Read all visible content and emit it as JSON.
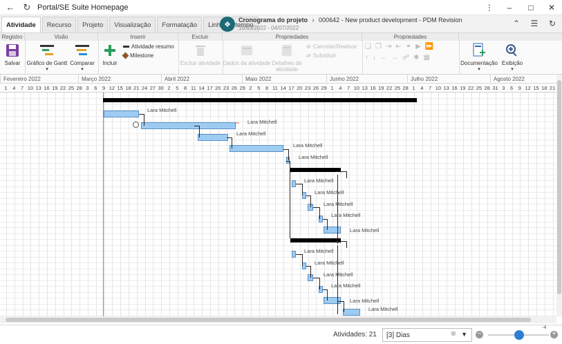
{
  "titlebar": {
    "title": "Portal/SE Suite Homepage"
  },
  "tabs": [
    {
      "label": "Atividade",
      "active": true
    },
    {
      "label": "Recurso",
      "active": false
    },
    {
      "label": "Projeto",
      "active": false
    },
    {
      "label": "Visualização",
      "active": false
    },
    {
      "label": "Formatação",
      "active": false
    },
    {
      "label": "Linha do tempo",
      "active": false
    }
  ],
  "project": {
    "breadcrumb_root": "Cronograma do projeto",
    "separator": "›",
    "name": "000642 - New product development - PDM Revision",
    "dates": "10/03/2022 - 04/07/2022"
  },
  "ribbon": {
    "groups": [
      "Registro",
      "Visão",
      "Inserir",
      "Excluir",
      "Propriedades",
      "Propriedades"
    ],
    "save": "Salvar",
    "gantt_chart": "Gráfico de Gantt",
    "compare": "Comparar",
    "include": "Incluir",
    "summary_activity": "Atividade resumo",
    "milestone": "Milestone",
    "delete_activity": "Excluir atividade",
    "activity_data": "Dados da atividade",
    "activity_details": "Detalhes da atividade",
    "cancel_reactivate": "Cancelar/Reativar",
    "substitute": "Substituir",
    "documentation": "Documentação",
    "display": "Exibição"
  },
  "timeline": {
    "months": [
      "Fevereiro 2022",
      "Março 2022",
      "Abril 2022",
      "Maio 2022",
      "Junho 2022",
      "Julho 2022",
      "Agosto 2022"
    ],
    "days": [
      "1",
      "4",
      "7",
      "10",
      "13",
      "16",
      "19",
      "22",
      "25",
      "28",
      "3",
      "6",
      "9",
      "12",
      "15",
      "18",
      "21",
      "24",
      "27",
      "30",
      "2",
      "5",
      "8",
      "11",
      "14",
      "17",
      "20",
      "23",
      "26",
      "29",
      "2",
      "5",
      "8",
      "11",
      "14",
      "17",
      "20",
      "23",
      "26",
      "29",
      "1",
      "4",
      "7",
      "10",
      "13",
      "16",
      "19",
      "22",
      "25",
      "28",
      "1",
      "4",
      "7",
      "10",
      "13",
      "16",
      "19",
      "22",
      "25",
      "28",
      "31",
      "3",
      "6",
      "9",
      "12",
      "15",
      "18",
      "21"
    ]
  },
  "tasks": {
    "owner": "Lara Mitchell"
  },
  "footer": {
    "activities_label": "Atividades: 21",
    "scale_value": "[3] Dias",
    "zoom_value": "-4"
  },
  "colors": {
    "bar_fill": "#9ecbf2",
    "bar_border": "#5a8fc4",
    "summary": "#000000",
    "today_line": "#e06060",
    "accent": "#2d7fd3",
    "project_logo": "#1d6a78"
  }
}
